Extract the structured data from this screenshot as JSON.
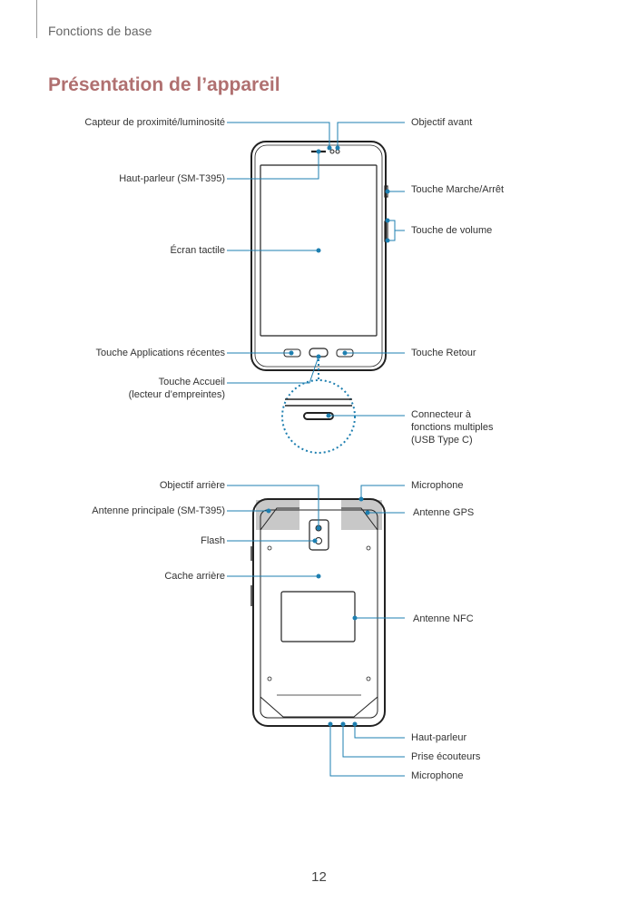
{
  "header": {
    "section": "Fonctions de base"
  },
  "page_title": "Présentation de l’appareil",
  "front_labels": {
    "proximity_sensor": "Capteur de proximité/luminosité",
    "speaker": "Haut-parleur (SM-T395)",
    "touchscreen": "Écran tactile",
    "recent_apps": "Touche Applications récentes",
    "home_key_line1": "Touche Accueil",
    "home_key_line2": "(lecteur d’empreintes)",
    "front_camera": "Objectif avant",
    "power_key": "Touche Marche/Arrêt",
    "volume_key": "Touche de volume",
    "back_key": "Touche Retour",
    "connector_line1": "Connecteur à",
    "connector_line2": "fonctions multiples",
    "connector_line3": "(USB Type C)"
  },
  "back_labels": {
    "rear_camera": "Objectif arrière",
    "main_antenna": "Antenne principale (SM-T395)",
    "flash": "Flash",
    "back_cover": "Cache arrière",
    "microphone_top": "Microphone",
    "gps_antenna": "Antenne GPS",
    "nfc_antenna": "Antenne NFC",
    "speaker_bottom": "Haut-parleur",
    "earphone_jack": "Prise écouteurs",
    "microphone_bottom": "Microphone"
  },
  "page_number": "12",
  "colors": {
    "accent_title": "#b07070",
    "callout_line": "#1e7fb0",
    "device_outline": "#222222",
    "antenna_fill": "#c8c8c8"
  }
}
